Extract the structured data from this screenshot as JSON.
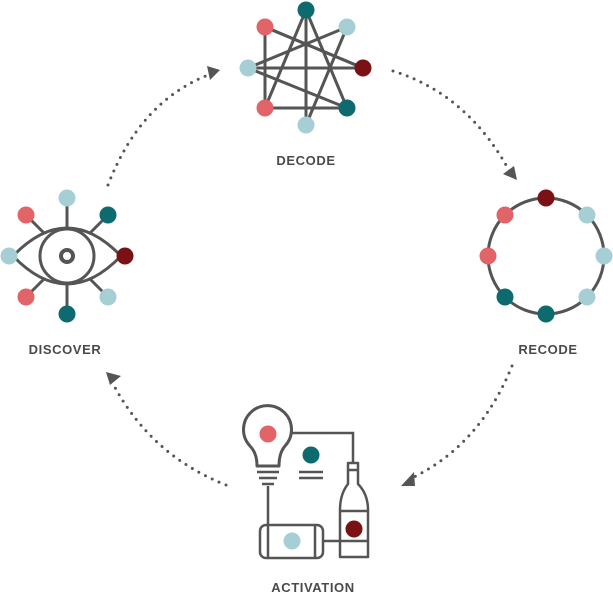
{
  "colors": {
    "line": "#555555",
    "coral": "#e06468",
    "teal": "#0d6b70",
    "light_blue": "#a6cfd5",
    "maroon": "#7a1215",
    "label": "#4a4a4a"
  },
  "stages": {
    "decode": {
      "label": "DECODE",
      "icon": "network-graph-icon"
    },
    "recode": {
      "label": "RECODE",
      "icon": "ring-nodes-icon"
    },
    "activation": {
      "label": "ACTIVATION",
      "icon": "lightbulb-circuit-icon"
    },
    "discover": {
      "label": "DISCOVER",
      "icon": "eye-nodes-icon"
    }
  }
}
